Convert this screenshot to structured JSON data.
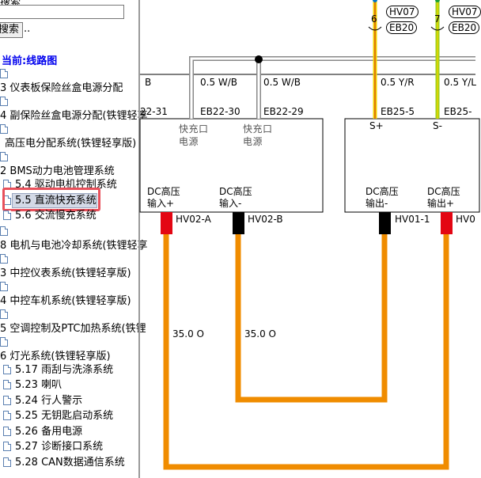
{
  "sidebar": {
    "search_title": "搜索",
    "search_value": "",
    "search_button": "搜索",
    "dots": "..",
    "current": "当前:线路图",
    "items": [
      {
        "label": "3 仪表板保险丝盒电源分配"
      },
      {
        "label": "4 副保险丝盒电源分配(铁锂轻享"
      },
      {
        "label": "高压电分配系统(铁锂轻享版)"
      },
      {
        "label": "2 BMS动力电池管理系统"
      },
      {
        "label": "5.4 驱动电机控制系统"
      },
      {
        "label": "5.5 直流快充系统"
      },
      {
        "label": "5.6 交流慢充系统"
      },
      {
        "label": "8 电机与电池冷却系统(铁锂轻享"
      },
      {
        "label": "3 中控仪表系统(铁锂轻享版)"
      },
      {
        "label": "4 中控车机系统(铁锂轻享版)"
      },
      {
        "label": "5 空调控制及PTC加热系统(铁锂"
      },
      {
        "label": "6 灯光系统(铁锂轻享版)"
      },
      {
        "label": "5.17 雨刮与洗涤系统"
      },
      {
        "label": "5.23 喇叭"
      },
      {
        "label": "5.24 行人警示"
      },
      {
        "label": "5.25 无钥匙启动系统"
      },
      {
        "label": "5.26 备用电源"
      },
      {
        "label": "5.27 诊断接口系统"
      },
      {
        "label": "5.28 CAN数据通信系统"
      }
    ]
  },
  "diagram": {
    "wires_top": [
      {
        "spec": "B",
        "pin": "22-31"
      },
      {
        "spec": "0.5 W/B",
        "pin": "EB22-30"
      },
      {
        "spec": "0.5 W/B",
        "pin": "EB22-29"
      },
      {
        "spec": "0.5 Y/R",
        "pin": "EB25-5"
      },
      {
        "spec": "0.5 Y/L",
        "pin": "EB25-"
      }
    ],
    "connectors_top": [
      {
        "num": "6",
        "a": "HV07",
        "b": "EB20"
      },
      {
        "num": "7",
        "a": "HV07",
        "b": "EB20"
      }
    ],
    "box1": {
      "label1_a": "快充口",
      "label1_b": "电源",
      "label2_a": "快充口",
      "label2_b": "电源",
      "pin1_a": "DC高压",
      "pin1_b": "输入+",
      "pin2_a": "DC高压",
      "pin2_b": "输入-",
      "hv1": "HV02-A",
      "hv2": "HV02-B"
    },
    "box2": {
      "s_plus": "S+",
      "s_minus": "S-",
      "pin1_a": "DC高压",
      "pin1_b": "输出-",
      "pin2_a": "DC高压",
      "pin2_b": "输出+",
      "hv1": "HV01-1",
      "hv2": "HV0"
    },
    "cable_left": "35.0 O",
    "cable_right": "35.0 O",
    "colors": {
      "orange": "#f08c00",
      "red": "#e30613",
      "yellow": "#f2d200",
      "green": "#9bd31a"
    }
  }
}
